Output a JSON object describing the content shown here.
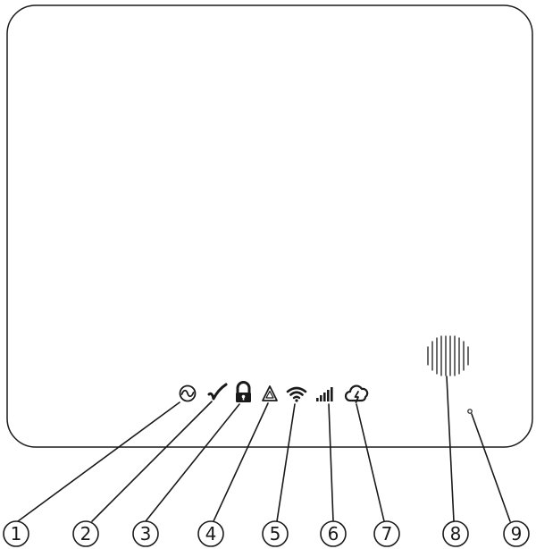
{
  "device": {
    "indicators": [
      {
        "icon": "power-ac-icon",
        "callout": "1"
      },
      {
        "icon": "checkmark-icon",
        "callout": "2"
      },
      {
        "icon": "lock-icon",
        "callout": "3"
      },
      {
        "icon": "warning-triangle-icon",
        "callout": "4"
      },
      {
        "icon": "wifi-icon",
        "callout": "5"
      },
      {
        "icon": "cellular-signal-icon",
        "callout": "6"
      },
      {
        "icon": "cloud-icon",
        "callout": "7"
      }
    ],
    "speaker": {
      "icon": "speaker-grille",
      "callout": "8"
    },
    "pinhole": {
      "icon": "reset-pinhole",
      "callout": "9"
    }
  },
  "colors": {
    "outline": "#1a1a1a",
    "background": "#ffffff"
  }
}
